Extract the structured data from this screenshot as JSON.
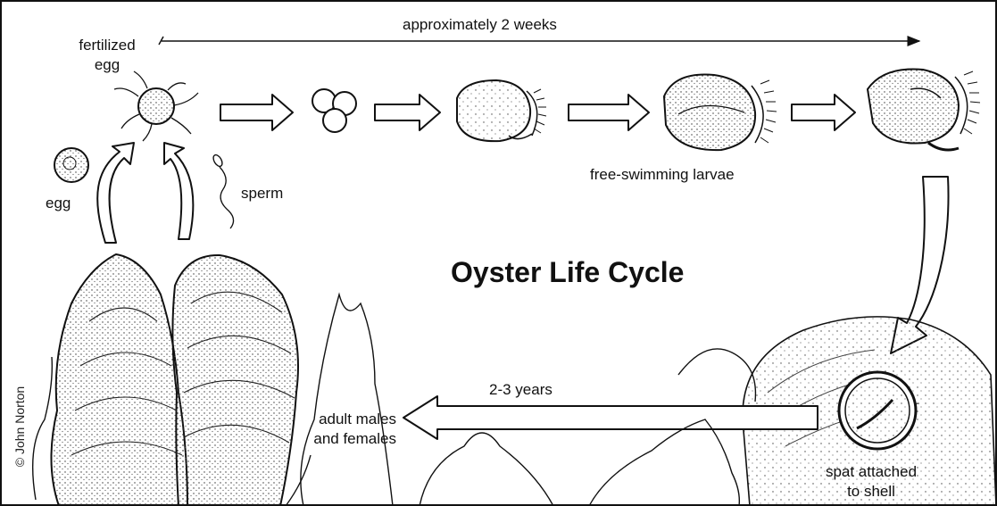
{
  "diagram": {
    "title": "Oyster Life Cycle",
    "credit": "© John Norton",
    "timespans": {
      "larval_period": "approximately 2 weeks",
      "growth_period": "2-3 years"
    },
    "labels": {
      "fertilized_egg_line1": "fertilized",
      "fertilized_egg_line2": "egg",
      "egg": "egg",
      "sperm": "sperm",
      "larvae": "free-swimming larvae",
      "adults_line1": "adult males",
      "adults_line2": "and females",
      "spat_line1": "spat attached",
      "spat_line2": "to shell"
    },
    "colors": {
      "ink": "#111111",
      "paper": "#ffffff"
    }
  }
}
